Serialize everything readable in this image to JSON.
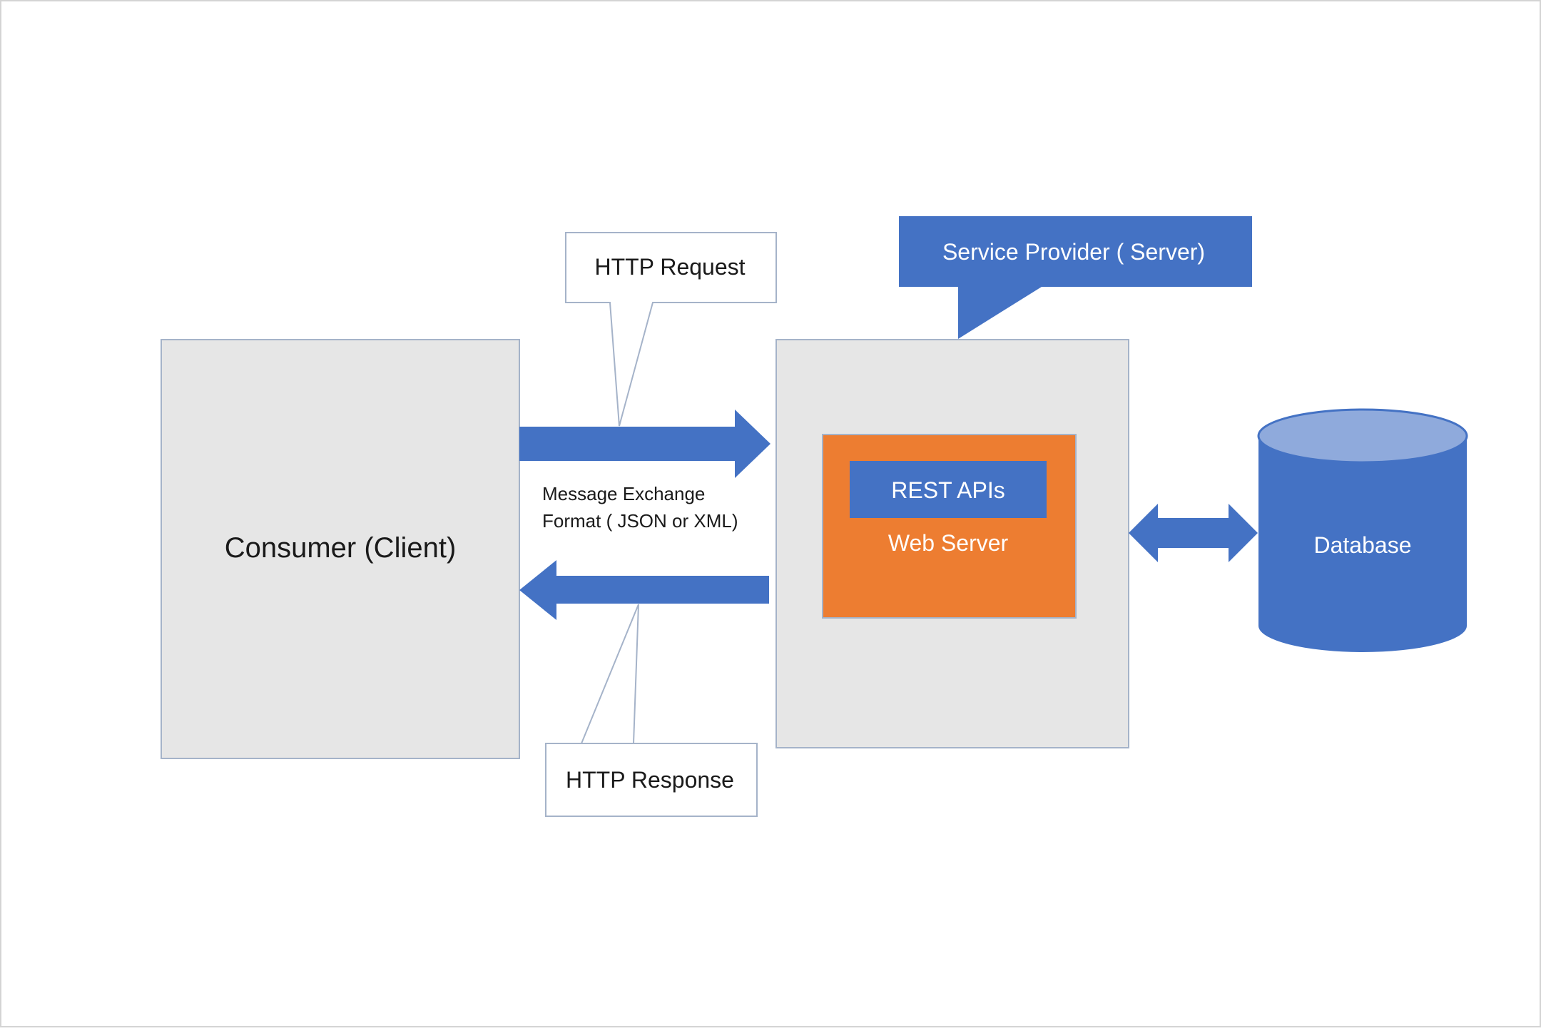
{
  "colors": {
    "blue": "#4472c4",
    "blue_light": "#8faadc",
    "orange": "#ed7d31",
    "gray_fill": "#e6e6e6",
    "gray_border": "#a5b3c9",
    "text_dark": "#1a1a1a",
    "white": "#ffffff"
  },
  "labels": {
    "consumer": "Consumer (Client)",
    "http_request": "HTTP Request",
    "http_response": "HTTP Response",
    "message_line1": "Message Exchange",
    "message_line2": "Format ( JSON or XML)",
    "service_provider": "Service Provider ( Server)",
    "rest_apis": "REST APIs",
    "web_server": "Web Server",
    "database": "Database"
  }
}
